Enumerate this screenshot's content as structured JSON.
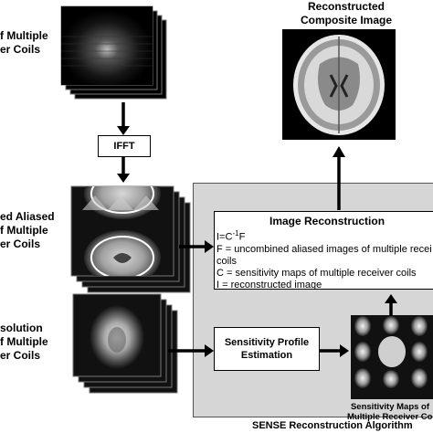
{
  "labels": {
    "kspace": [
      "f Multiple",
      "er Coils"
    ],
    "aliased": [
      "ed Aliased",
      "f Multiple",
      "er Coils"
    ],
    "lowres": [
      "solution",
      "f Multiple",
      "er Coils"
    ],
    "composite": [
      "Reconstructed",
      "Composite Image"
    ],
    "ifft": "IFFT",
    "recon_title": "Image Reconstruction",
    "sens_est": [
      "Sensitivity Profile",
      "Estimation"
    ],
    "sens_maps": [
      "Sensitivity Maps of",
      "Multiple Receiver Coi"
    ],
    "algorithm": "SENSE Reconstruction Algorithm"
  },
  "equations": {
    "main_prefix": "I=C",
    "main_sup": "-1",
    "main_suffix": "F",
    "f_def": [
      "F = uncombined aliased images of multiple recei",
      "coils"
    ],
    "c_def": "C = sensitivity maps of multiple receiver coils",
    "i_def": "I = reconstructed image"
  },
  "colors": {
    "panel": "#d6d6d6",
    "ink": "#000000",
    "box": "#ffffff"
  }
}
